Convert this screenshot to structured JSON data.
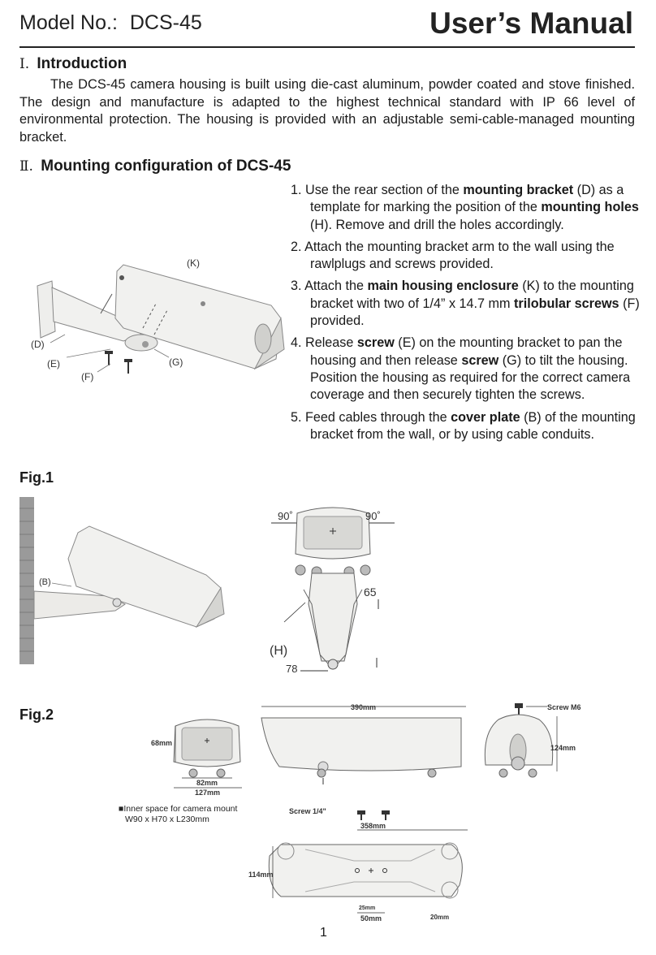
{
  "header": {
    "model_label": "Model No.:",
    "model_value": "DCS-45",
    "manual_title": "User’s Manual"
  },
  "sections": {
    "intro": {
      "numeral": "Ⅰ.",
      "title": "Introduction",
      "body": "The DCS-45 camera housing is built using die-cast aluminum, powder coated and stove finished. The design and manufacture is adapted to the highest technical standard with IP 66 level of environmental protection. The housing is provided with an adjustable semi-cable-managed mounting bracket."
    },
    "mounting": {
      "numeral": "Ⅱ.",
      "title": "Mounting configuration of  DCS-45"
    }
  },
  "steps": [
    {
      "n": "1.",
      "parts": [
        "Use the rear section of the ",
        "mounting bracket",
        " (D) as a template for marking the position of the ",
        "mounting holes",
        " (H). Remove and drill the holes accordingly."
      ]
    },
    {
      "n": "2.",
      "parts": [
        "Attach the mounting bracket arm to the wall using the rawlplugs and screws provided."
      ]
    },
    {
      "n": "3.",
      "parts": [
        "Attach the ",
        "main housing enclosure",
        " (K) to the mounting bracket with two of 1/4” x 14.7 mm ",
        "trilobular screws",
        " (F) provided."
      ]
    },
    {
      "n": "4.",
      "parts": [
        "Release ",
        "screw",
        " (E) on the mounting bracket to pan the housing and then release ",
        "screw",
        " (G) to tilt the housing. Position the housing as required for the correct camera coverage and then securely tighten the screws."
      ]
    },
    {
      "n": "5.",
      "parts": [
        "Feed cables through the ",
        "cover plate",
        " (B) of the mounting bracket from the wall, or by using cable conduits."
      ]
    }
  ],
  "figures": {
    "fig1_label": "Fig.1",
    "fig2_label": "Fig.2",
    "fig1_callouts": {
      "K": "(K)",
      "D": "(D)",
      "E": "(E)",
      "F": "(F)",
      "G": "(G)"
    },
    "wall_callout": "(B)",
    "front_view": {
      "angle_left": "90˚",
      "angle_right": "90˚",
      "dim_65": "65",
      "holes": "(H)",
      "dim_78": "78"
    },
    "dims": {
      "front_height": "68mm",
      "front_inner_width": "82mm",
      "front_width": "127mm",
      "length": "390mm",
      "rear_screw": "Screw  M6",
      "rear_height": "124mm",
      "bottom_screw": "Screw 1/4\"",
      "hole_span": "358mm",
      "base_width": "114mm",
      "hole_25": "25mm",
      "hole_50": "50mm",
      "edge_20": "20mm"
    },
    "inner_space_title": "Inner space for camera mount",
    "inner_space_value": "W90 x H70 x L230mm"
  },
  "page_number": "1"
}
